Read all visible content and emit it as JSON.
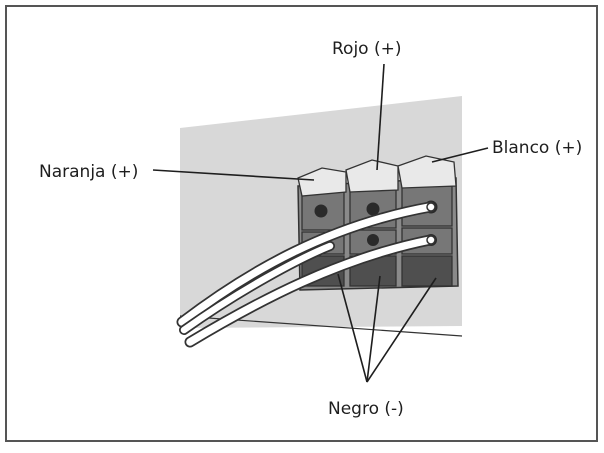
{
  "labels": {
    "rojo": "Rojo (+)",
    "blanco": "Blanco (+)",
    "naranja": "Naranja (+)",
    "negro": "Negro (-)"
  },
  "colors": {
    "frame": "#555555",
    "panel": "#d8d8d8",
    "terminal_block": "#7a7a7a",
    "clip": "#e9e9e9",
    "lower_socket": "#555555",
    "wire": "#ffffff",
    "ink": "#1e1e1e"
  }
}
